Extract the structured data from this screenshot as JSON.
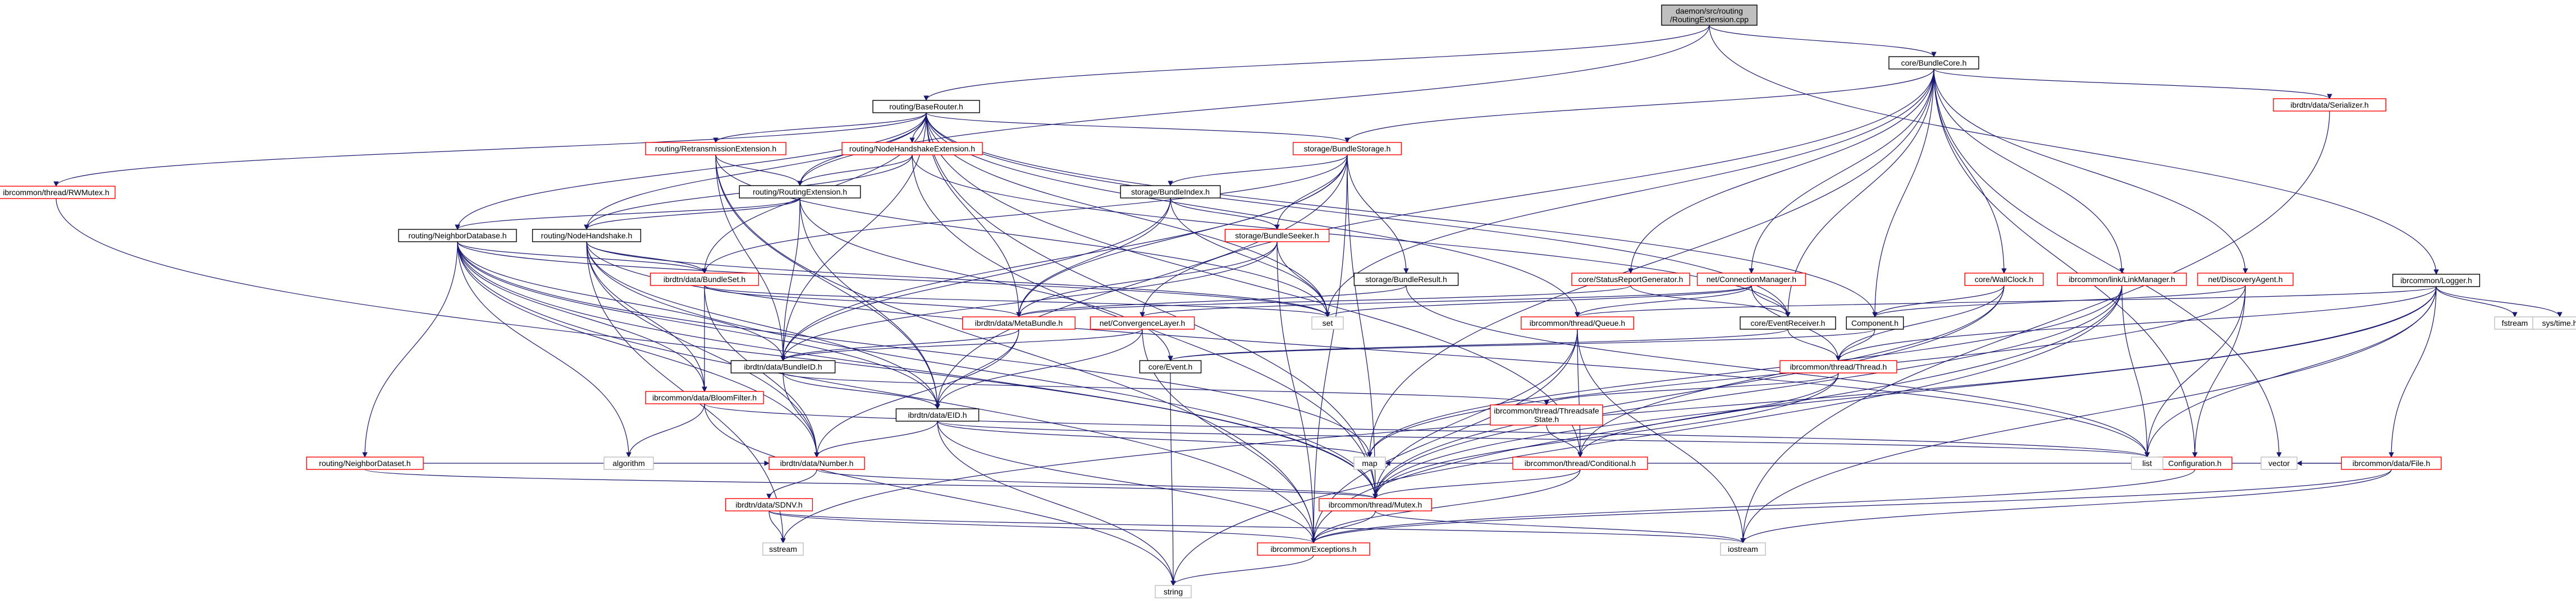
{
  "diagram": {
    "kind": "include dependency graph",
    "colors": {
      "root_fill": "#bfbfbf",
      "normal_border": "#000000",
      "linked_border": "#ff0000",
      "external_border": "#bfbfbf",
      "node_fill": "#ffffff",
      "edge": "#191970"
    },
    "nodes": [
      {
        "id": "root",
        "lines": [
          "daemon/src/routing",
          "/RoutingExtension.cpp"
        ],
        "style": "root"
      },
      {
        "id": "bundlecore",
        "lines": [
          "core/BundleCore.h"
        ],
        "style": "normal"
      },
      {
        "id": "baserouter",
        "lines": [
          "routing/BaseRouter.h"
        ],
        "style": "normal"
      },
      {
        "id": "logger",
        "lines": [
          "ibrcommon/Logger.h"
        ],
        "style": "normal"
      },
      {
        "id": "rwmutex",
        "lines": [
          "ibrcommon/thread/RWMutex.h"
        ],
        "style": "red"
      },
      {
        "id": "retransext",
        "lines": [
          "routing/RetransmissionExtension.h"
        ],
        "style": "red"
      },
      {
        "id": "nodehsext",
        "lines": [
          "routing/NodeHandshakeExtension.h"
        ],
        "style": "red"
      },
      {
        "id": "bundlestorage",
        "lines": [
          "storage/BundleStorage.h"
        ],
        "style": "red"
      },
      {
        "id": "serializer",
        "lines": [
          "ibrdtn/data/Serializer.h"
        ],
        "style": "red"
      },
      {
        "id": "routingext",
        "lines": [
          "routing/RoutingExtension.h"
        ],
        "style": "normal"
      },
      {
        "id": "neighbordb",
        "lines": [
          "routing/NeighborDatabase.h"
        ],
        "style": "normal"
      },
      {
        "id": "nodehs",
        "lines": [
          "routing/NodeHandshake.h"
        ],
        "style": "normal"
      },
      {
        "id": "bundleindex",
        "lines": [
          "storage/BundleIndex.h"
        ],
        "style": "normal"
      },
      {
        "id": "bundleseeker",
        "lines": [
          "storage/BundleSeeker.h"
        ],
        "style": "red"
      },
      {
        "id": "bundleset",
        "lines": [
          "ibrdtn/data/BundleSet.h"
        ],
        "style": "red"
      },
      {
        "id": "bundleresult",
        "lines": [
          "storage/BundleResult.h"
        ],
        "style": "normal"
      },
      {
        "id": "statusreport",
        "lines": [
          "core/StatusReportGenerator.h"
        ],
        "style": "red"
      },
      {
        "id": "connmgr",
        "lines": [
          "net/ConnectionManager.h"
        ],
        "style": "red"
      },
      {
        "id": "wallclock",
        "lines": [
          "core/WallClock.h"
        ],
        "style": "red"
      },
      {
        "id": "linkmgr",
        "lines": [
          "ibrcommon/link/LinkManager.h"
        ],
        "style": "red"
      },
      {
        "id": "discovery",
        "lines": [
          "net/DiscoveryAgent.h"
        ],
        "style": "red"
      },
      {
        "id": "set",
        "lines": [
          "set"
        ],
        "style": "ext"
      },
      {
        "id": "metabundle",
        "lines": [
          "ibrdtn/data/MetaBundle.h"
        ],
        "style": "red"
      },
      {
        "id": "convergence",
        "lines": [
          "net/ConvergenceLayer.h"
        ],
        "style": "red"
      },
      {
        "id": "queue",
        "lines": [
          "ibrcommon/thread/Queue.h"
        ],
        "style": "red"
      },
      {
        "id": "eventreceiver",
        "lines": [
          "core/EventReceiver.h"
        ],
        "style": "normal"
      },
      {
        "id": "component",
        "lines": [
          "Component.h"
        ],
        "style": "normal"
      },
      {
        "id": "fstream",
        "lines": [
          "fstream"
        ],
        "style": "ext"
      },
      {
        "id": "systime",
        "lines": [
          "sys/time.h"
        ],
        "style": "ext"
      },
      {
        "id": "bundleid",
        "lines": [
          "ibrdtn/data/BundleID.h"
        ],
        "style": "normal"
      },
      {
        "id": "event",
        "lines": [
          "core/Event.h"
        ],
        "style": "normal"
      },
      {
        "id": "thread",
        "lines": [
          "ibrcommon/thread/Thread.h"
        ],
        "style": "red"
      },
      {
        "id": "neighbords",
        "lines": [
          "routing/NeighborDataset.h"
        ],
        "style": "red"
      },
      {
        "id": "bloomfilter",
        "lines": [
          "ibrcommon/data/BloomFilter.h"
        ],
        "style": "red"
      },
      {
        "id": "eid",
        "lines": [
          "ibrdtn/data/EID.h"
        ],
        "style": "normal"
      },
      {
        "id": "threadsafe",
        "lines": [
          "ibrcommon/thread/Threadsafe",
          "State.h"
        ],
        "style": "red"
      },
      {
        "id": "configuration",
        "lines": [
          "Configuration.h"
        ],
        "style": "red"
      },
      {
        "id": "file",
        "lines": [
          "ibrcommon/data/File.h"
        ],
        "style": "red"
      },
      {
        "id": "algorithm",
        "lines": [
          "algorithm"
        ],
        "style": "ext"
      },
      {
        "id": "number",
        "lines": [
          "ibrdtn/data/Number.h"
        ],
        "style": "red"
      },
      {
        "id": "map",
        "lines": [
          "map"
        ],
        "style": "ext"
      },
      {
        "id": "conditional",
        "lines": [
          "ibrcommon/thread/Conditional.h"
        ],
        "style": "red"
      },
      {
        "id": "list",
        "lines": [
          "list"
        ],
        "style": "ext"
      },
      {
        "id": "vector",
        "lines": [
          "vector"
        ],
        "style": "ext"
      },
      {
        "id": "sdnv",
        "lines": [
          "ibrdtn/data/SDNV.h"
        ],
        "style": "red"
      },
      {
        "id": "mutex",
        "lines": [
          "ibrcommon/thread/Mutex.h"
        ],
        "style": "red"
      },
      {
        "id": "sstream",
        "lines": [
          "sstream"
        ],
        "style": "ext"
      },
      {
        "id": "exceptions",
        "lines": [
          "ibrcommon/Exceptions.h"
        ],
        "style": "red"
      },
      {
        "id": "iostream",
        "lines": [
          "iostream"
        ],
        "style": "ext"
      },
      {
        "id": "string",
        "lines": [
          "string"
        ],
        "style": "ext"
      }
    ],
    "edges": [
      [
        "root",
        "bundlecore"
      ],
      [
        "root",
        "baserouter"
      ],
      [
        "root",
        "logger"
      ],
      [
        "root",
        "routingext"
      ],
      [
        "bundlecore",
        "bundlestorage"
      ],
      [
        "bundlecore",
        "serializer"
      ],
      [
        "bundlecore",
        "eventreceiver"
      ],
      [
        "bundlecore",
        "component"
      ],
      [
        "bundlecore",
        "statusreport"
      ],
      [
        "bundlecore",
        "connmgr"
      ],
      [
        "bundlecore",
        "wallclock"
      ],
      [
        "bundlecore",
        "linkmgr"
      ],
      [
        "bundlecore",
        "discovery"
      ],
      [
        "bundlecore",
        "set"
      ],
      [
        "bundlecore",
        "configuration"
      ],
      [
        "bundlecore",
        "map"
      ],
      [
        "bundlecore",
        "vector"
      ],
      [
        "bundlecore",
        "convergence"
      ],
      [
        "baserouter",
        "rwmutex"
      ],
      [
        "baserouter",
        "retransext"
      ],
      [
        "baserouter",
        "nodehsext"
      ],
      [
        "baserouter",
        "bundlestorage"
      ],
      [
        "baserouter",
        "routingext"
      ],
      [
        "baserouter",
        "neighbordb"
      ],
      [
        "baserouter",
        "nodehs"
      ],
      [
        "baserouter",
        "bundleset"
      ],
      [
        "baserouter",
        "metabundle"
      ],
      [
        "baserouter",
        "eventreceiver"
      ],
      [
        "baserouter",
        "component"
      ],
      [
        "baserouter",
        "queue"
      ],
      [
        "baserouter",
        "set"
      ],
      [
        "baserouter",
        "mutex"
      ],
      [
        "baserouter",
        "conditional"
      ],
      [
        "baserouter",
        "bundleid"
      ],
      [
        "logger",
        "fstream"
      ],
      [
        "logger",
        "systime"
      ],
      [
        "logger",
        "file"
      ],
      [
        "logger",
        "list"
      ],
      [
        "logger",
        "iostream"
      ],
      [
        "logger",
        "sstream"
      ],
      [
        "logger",
        "queue"
      ],
      [
        "logger",
        "thread"
      ],
      [
        "logger",
        "mutex"
      ],
      [
        "rwmutex",
        "mutex"
      ],
      [
        "retransext",
        "routingext"
      ],
      [
        "retransext",
        "bundleid"
      ],
      [
        "retransext",
        "set"
      ],
      [
        "retransext",
        "eid"
      ],
      [
        "retransext",
        "exceptions"
      ],
      [
        "nodehsext",
        "routingext"
      ],
      [
        "nodehsext",
        "nodehs"
      ],
      [
        "nodehsext",
        "eventreceiver"
      ],
      [
        "nodehsext",
        "mutex"
      ],
      [
        "bundlestorage",
        "bundleindex"
      ],
      [
        "bundlestorage",
        "bundleseeker"
      ],
      [
        "bundlestorage",
        "bundleresult"
      ],
      [
        "bundlestorage",
        "bundleid"
      ],
      [
        "bundlestorage",
        "metabundle"
      ],
      [
        "bundlestorage",
        "eid"
      ],
      [
        "bundlestorage",
        "exceptions"
      ],
      [
        "bundlestorage",
        "bundleset"
      ],
      [
        "bundlestorage",
        "mutex"
      ],
      [
        "serializer",
        "iostream"
      ],
      [
        "routingext",
        "neighbordb"
      ],
      [
        "routingext",
        "nodehs"
      ],
      [
        "routingext",
        "bundleid"
      ],
      [
        "routingext",
        "eid"
      ],
      [
        "routingext",
        "event"
      ],
      [
        "neighbordb",
        "bundleset"
      ],
      [
        "neighbordb",
        "neighbords"
      ],
      [
        "neighbordb",
        "bundleid"
      ],
      [
        "neighbordb",
        "eid"
      ],
      [
        "neighbordb",
        "set"
      ],
      [
        "neighbordb",
        "map"
      ],
      [
        "neighbordb",
        "bloomfilter"
      ],
      [
        "neighbordb",
        "number"
      ],
      [
        "neighbordb",
        "exceptions"
      ],
      [
        "neighbordb",
        "mutex"
      ],
      [
        "neighbordb",
        "algorithm"
      ],
      [
        "nodehs",
        "bundleset"
      ],
      [
        "nodehs",
        "eid"
      ],
      [
        "nodehs",
        "number"
      ],
      [
        "nodehs",
        "bloomfilter"
      ],
      [
        "nodehs",
        "set"
      ],
      [
        "nodehs",
        "list"
      ],
      [
        "nodehs",
        "sstream"
      ],
      [
        "nodehs",
        "mutex"
      ],
      [
        "bundleindex",
        "metabundle"
      ],
      [
        "bundleindex",
        "bundleseeker"
      ],
      [
        "bundleindex",
        "bundleid"
      ],
      [
        "bundleindex",
        "set"
      ],
      [
        "bundleseeker",
        "set"
      ],
      [
        "bundleseeker",
        "metabundle"
      ],
      [
        "bundleseeker",
        "exceptions"
      ],
      [
        "bundleseeker",
        "bundleid"
      ],
      [
        "bundleset",
        "metabundle"
      ],
      [
        "bundleset",
        "bloomfilter"
      ],
      [
        "bundleset",
        "set"
      ],
      [
        "bundleset",
        "number"
      ],
      [
        "bundleresult",
        "metabundle"
      ],
      [
        "bundleresult",
        "list"
      ],
      [
        "statusreport",
        "eventreceiver"
      ],
      [
        "statusreport",
        "metabundle"
      ],
      [
        "connmgr",
        "eventreceiver"
      ],
      [
        "connmgr",
        "set"
      ],
      [
        "connmgr",
        "queue"
      ],
      [
        "connmgr",
        "convergence"
      ],
      [
        "connmgr",
        "thread"
      ],
      [
        "wallclock",
        "component"
      ],
      [
        "wallclock",
        "thread"
      ],
      [
        "wallclock",
        "conditional"
      ],
      [
        "wallclock",
        "mutex"
      ],
      [
        "linkmgr",
        "list"
      ],
      [
        "linkmgr",
        "map"
      ],
      [
        "linkmgr",
        "string"
      ],
      [
        "linkmgr",
        "mutex"
      ],
      [
        "linkmgr",
        "exceptions"
      ],
      [
        "discovery",
        "component"
      ],
      [
        "discovery",
        "list"
      ],
      [
        "discovery",
        "map"
      ],
      [
        "discovery",
        "configuration"
      ],
      [
        "metabundle",
        "bundleid"
      ],
      [
        "metabundle",
        "eid"
      ],
      [
        "metabundle",
        "number"
      ],
      [
        "convergence",
        "bundleid"
      ],
      [
        "convergence",
        "eid"
      ],
      [
        "convergence",
        "exceptions"
      ],
      [
        "queue",
        "conditional"
      ],
      [
        "queue",
        "exceptions"
      ],
      [
        "queue",
        "iostream"
      ],
      [
        "queue",
        "mutex"
      ],
      [
        "eventreceiver",
        "thread"
      ],
      [
        "eventreceiver",
        "event"
      ],
      [
        "component",
        "thread"
      ],
      [
        "component",
        "event"
      ],
      [
        "bundleid",
        "eid"
      ],
      [
        "bundleid",
        "number"
      ],
      [
        "bundleid",
        "threadsafe"
      ],
      [
        "event",
        "string"
      ],
      [
        "thread",
        "threadsafe"
      ],
      [
        "thread",
        "conditional"
      ],
      [
        "thread",
        "mutex"
      ],
      [
        "neighbords",
        "number"
      ],
      [
        "neighbords",
        "mutex"
      ],
      [
        "bloomfilter",
        "algorithm"
      ],
      [
        "bloomfilter",
        "string"
      ],
      [
        "bloomfilter",
        "list"
      ],
      [
        "eid",
        "number"
      ],
      [
        "eid",
        "map"
      ],
      [
        "eid",
        "list"
      ],
      [
        "eid",
        "exceptions"
      ],
      [
        "eid",
        "string"
      ],
      [
        "threadsafe",
        "conditional"
      ],
      [
        "configuration",
        "map"
      ],
      [
        "configuration",
        "list"
      ],
      [
        "configuration",
        "exceptions"
      ],
      [
        "file",
        "list"
      ],
      [
        "file",
        "vector"
      ],
      [
        "file",
        "iostream"
      ],
      [
        "file",
        "exceptions"
      ],
      [
        "number",
        "sdnv"
      ],
      [
        "number",
        "mutex"
      ],
      [
        "conditional",
        "mutex"
      ],
      [
        "conditional",
        "exceptions"
      ],
      [
        "sdnv",
        "exceptions"
      ],
      [
        "sdnv",
        "iostream"
      ],
      [
        "sdnv",
        "sstream"
      ],
      [
        "mutex",
        "exceptions"
      ],
      [
        "mutex",
        "iostream"
      ],
      [
        "exceptions",
        "string"
      ]
    ]
  }
}
